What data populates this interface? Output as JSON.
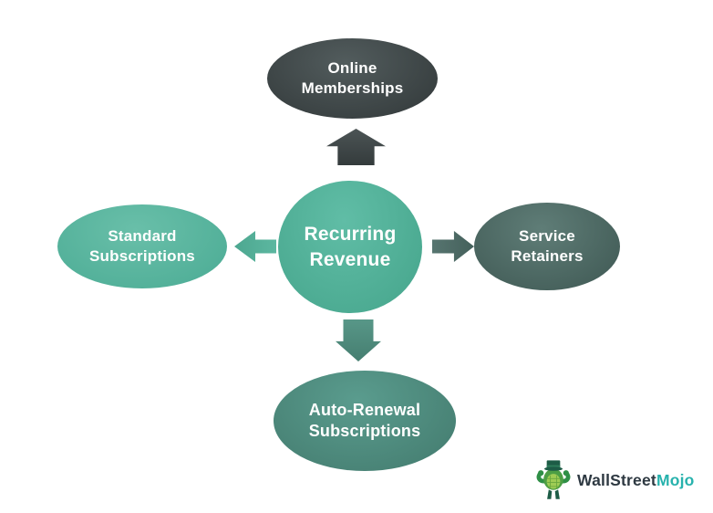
{
  "diagram": {
    "title": "Recurring Revenue",
    "center_node": {
      "label": "Recurring Revenue",
      "fill": {
        "light": "#60bda6",
        "dark": "#49a88f"
      },
      "text_color": "#ffffff"
    },
    "nodes": {
      "top": {
        "label": "Online Memberships",
        "fill": {
          "light": "#525c5d",
          "dark": "#363d3e"
        }
      },
      "left": {
        "label": "Standard Subscriptions",
        "fill": {
          "light": "#69bfa9",
          "dark": "#4fae97"
        }
      },
      "right": {
        "label": "Service Retainers",
        "fill": {
          "light": "#5f7d77",
          "dark": "#435d58"
        }
      },
      "bottom": {
        "label": "Auto-Renewal Subscriptions",
        "fill": {
          "light": "#5a9c8e",
          "dark": "#467f72"
        }
      }
    },
    "arrows": {
      "up": {
        "direction": "up",
        "fill": {
          "light": "#4c5455",
          "dark": "#343b3c"
        }
      },
      "left": {
        "direction": "left",
        "fill": {
          "light": "#5cb7a0",
          "dark": "#4da790"
        }
      },
      "right": {
        "direction": "right",
        "fill": {
          "light": "#577570",
          "dark": "#44605b"
        }
      },
      "down": {
        "direction": "down",
        "fill": {
          "light": "#589788",
          "dark": "#457e70"
        }
      }
    },
    "background_color": "#ffffff"
  },
  "logo": {
    "brand_dark": "WallStreet",
    "brand_accent": "Mojo",
    "dark_color": "#2e3942",
    "accent_color": "#27b2ad",
    "mascot_icon": "bull-mascot-icon",
    "mascot_colors": {
      "hat": "#1d5c46",
      "body": "#4c9e44",
      "belly": "#9fcc54",
      "arms": "#2f8f46"
    }
  }
}
